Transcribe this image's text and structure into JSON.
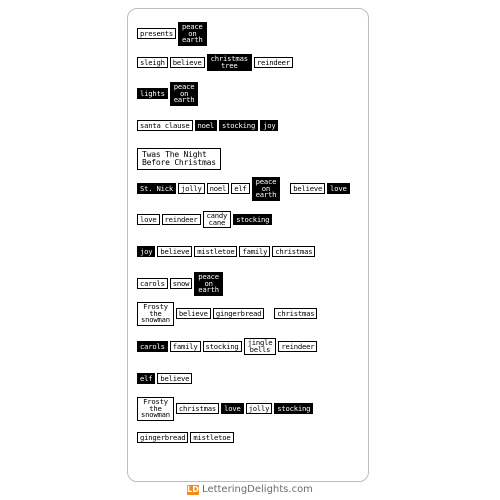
{
  "rows": [
    [
      {
        "t": "presents",
        "s": "o"
      },
      {
        "t": "peace\non\nearth",
        "s": "f",
        "m": true
      }
    ],
    [
      {
        "t": "sleigh",
        "s": "o"
      },
      {
        "t": "believe",
        "s": "o"
      },
      {
        "t": "christmas\ntree",
        "s": "f",
        "m": true
      },
      {
        "t": "reindeer",
        "s": "o"
      }
    ],
    [
      {
        "t": "lights",
        "s": "f"
      },
      {
        "t": "peace\non\nearth",
        "s": "f",
        "m": true
      }
    ],
    [
      {
        "t": "santa clause",
        "s": "o"
      },
      {
        "t": "noel",
        "s": "f"
      },
      {
        "t": "stocking",
        "s": "f"
      },
      {
        "t": "joy",
        "s": "f"
      }
    ],
    [
      {
        "t": "Twas The Night\nBefore Christmas",
        "s": "o",
        "big": true
      }
    ],
    [
      {
        "t": "St. Nick",
        "s": "f"
      },
      {
        "t": "jolly",
        "s": "o"
      },
      {
        "t": "noel",
        "s": "o"
      },
      {
        "t": "elf",
        "s": "o"
      },
      {
        "t": "peace\non\nearth",
        "s": "f",
        "m": true
      },
      {
        "gap": true
      },
      {
        "t": "believe",
        "s": "o"
      },
      {
        "t": "love",
        "s": "f"
      }
    ],
    [
      {
        "t": "love",
        "s": "o"
      },
      {
        "t": "reindeer",
        "s": "o"
      },
      {
        "t": "candy\ncane",
        "s": "o",
        "m": true
      },
      {
        "t": "stocking",
        "s": "f"
      }
    ],
    [
      {
        "t": "joy",
        "s": "f"
      },
      {
        "t": "believe",
        "s": "o"
      },
      {
        "t": "mistletoe",
        "s": "o"
      },
      {
        "t": "family",
        "s": "o"
      },
      {
        "t": "christmas",
        "s": "o"
      }
    ],
    [
      {
        "t": "carols",
        "s": "o"
      },
      {
        "t": "snow",
        "s": "o"
      },
      {
        "t": "peace\non\nearth",
        "s": "f",
        "m": true
      }
    ],
    [
      {
        "t": "Frosty\nthe\nsnowman",
        "s": "o",
        "m": true
      },
      {
        "t": "believe",
        "s": "o"
      },
      {
        "t": "gingerbread",
        "s": "o"
      },
      {
        "gap": true
      },
      {
        "t": "christmas",
        "s": "o"
      }
    ],
    [
      {
        "t": "carols",
        "s": "f"
      },
      {
        "t": "family",
        "s": "o"
      },
      {
        "t": "stocking",
        "s": "o"
      },
      {
        "t": "jingle\nbells",
        "s": "o",
        "m": true
      },
      {
        "t": "reindeer",
        "s": "o"
      }
    ],
    [
      {
        "t": "elf",
        "s": "f"
      },
      {
        "t": "believe",
        "s": "o"
      }
    ],
    [
      {
        "t": "Frosty\nthe\nsnowman",
        "s": "o",
        "m": true
      },
      {
        "t": "christmas",
        "s": "o"
      },
      {
        "t": "love",
        "s": "f"
      },
      {
        "t": "jolly",
        "s": "o"
      },
      {
        "t": "stocking",
        "s": "f"
      }
    ],
    [
      {
        "t": "gingerbread",
        "s": "o"
      },
      {
        "t": "mistletoe",
        "s": "o"
      }
    ]
  ],
  "footer": {
    "logo": "LD",
    "text": "LetteringDelights.com"
  },
  "colors": {
    "ink": "#000000",
    "paper": "#ffffff",
    "border": "#bdbdbd",
    "brand": "#f08a1c"
  }
}
